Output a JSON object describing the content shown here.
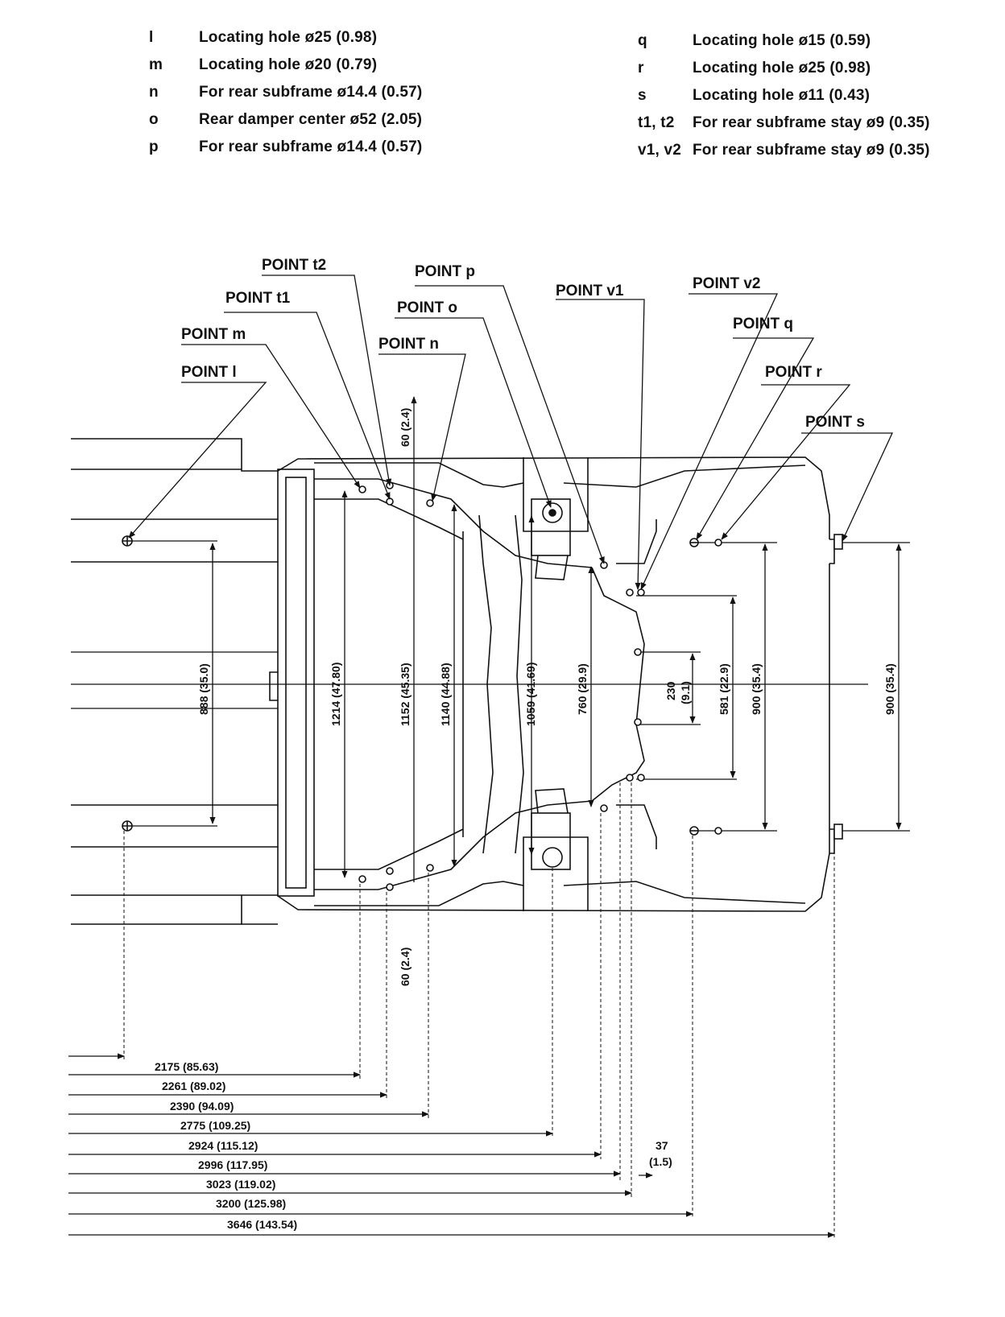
{
  "legend_left": [
    {
      "key": "l",
      "desc": "Locating hole ø25 (0.98)"
    },
    {
      "key": "m",
      "desc": "Locating hole ø20 (0.79)"
    },
    {
      "key": "n",
      "desc": "For rear subframe ø14.4 (0.57)"
    },
    {
      "key": "o",
      "desc": "Rear damper center ø52 (2.05)"
    },
    {
      "key": "p",
      "desc": "For rear subframe ø14.4 (0.57)"
    }
  ],
  "legend_right": [
    {
      "key": "q",
      "desc": "Locating hole ø15 (0.59)"
    },
    {
      "key": "r",
      "desc": "Locating hole ø25 (0.98)"
    },
    {
      "key": "s",
      "desc": "Locating hole ø11 (0.43)"
    },
    {
      "key": "t1, t2",
      "desc": "For rear subframe stay ø9 (0.35)"
    },
    {
      "key": "v1, v2",
      "desc": "For rear subframe stay ø9 (0.35)"
    }
  ],
  "points": {
    "t2": "POINT t2",
    "p": "POINT p",
    "v1": "POINT v1",
    "v2": "POINT v2",
    "t1": "POINT t1",
    "o": "POINT o",
    "q": "POINT q",
    "m": "POINT m",
    "n": "POINT n",
    "l": "POINT l",
    "r": "POINT r",
    "s": "POINT s"
  },
  "vertical_dims": {
    "d60_top": "60 (2.4)",
    "d60_bottom": "60 (2.4)",
    "d888": "888 (35.0)",
    "d1214": "1214 (47.80)",
    "d1152": "1152 (45.35)",
    "d1140": "1140 (44.88)",
    "d1059": "1059 (41.69)",
    "d760": "760 (29.9)",
    "d230a": "230",
    "d230b": "(9.1)",
    "d581": "581 (22.9)",
    "d900_inner": "900 (35.4)",
    "d900_outer": "900 (35.4)"
  },
  "horizontal_dims": [
    "2175 (85.63)",
    "2261 (89.02)",
    "2390 (94.09)",
    "2775 (109.25)",
    "2924 (115.12)",
    "2996 (117.95)",
    "3023 (119.02)",
    "3200 (125.98)",
    "3646 (143.54)"
  ],
  "small_dim": {
    "value": "37",
    "inch": "(1.5)"
  }
}
